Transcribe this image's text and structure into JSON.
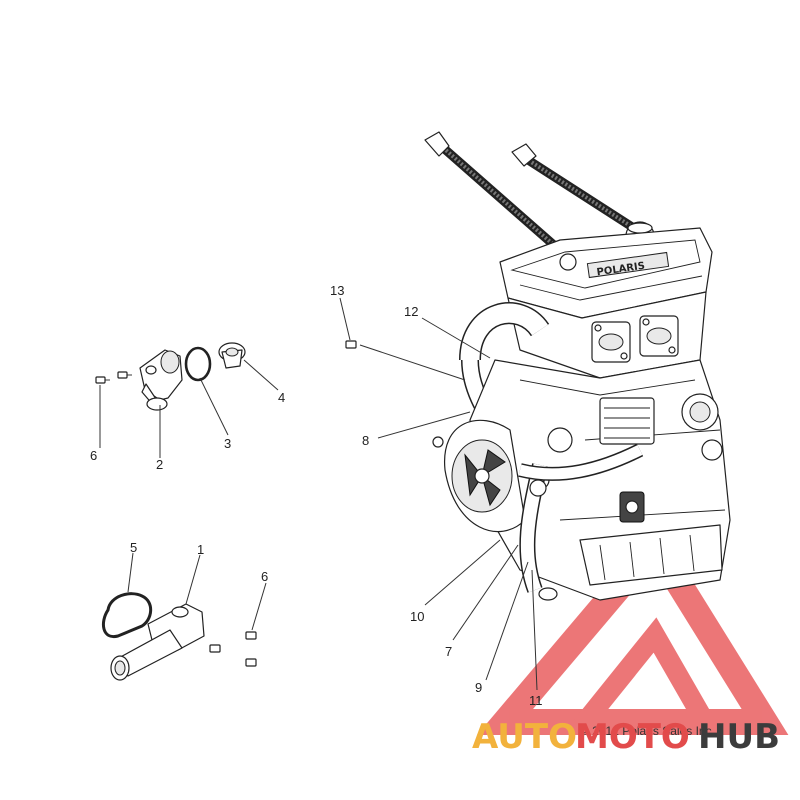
{
  "callouts": {
    "c1": "1",
    "c2": "2",
    "c3": "3",
    "c4": "4",
    "c5": "5",
    "c6a": "6",
    "c6b": "6",
    "c7": "7",
    "c8": "8",
    "c9": "9",
    "c10": "10",
    "c11": "11",
    "c12": "12",
    "c13": "13"
  },
  "copyright": "© 2012 Polaris Sales Inc.",
  "engine_cover_text": "POLARIS",
  "watermark": {
    "part1": "AUTO",
    "part2": "MOTO",
    "part3": "HUB",
    "colors": {
      "triangle": "#e8585a",
      "auto": "#f2b23c",
      "moto": "#e24b4b",
      "hub": "#3c3c3c"
    }
  }
}
